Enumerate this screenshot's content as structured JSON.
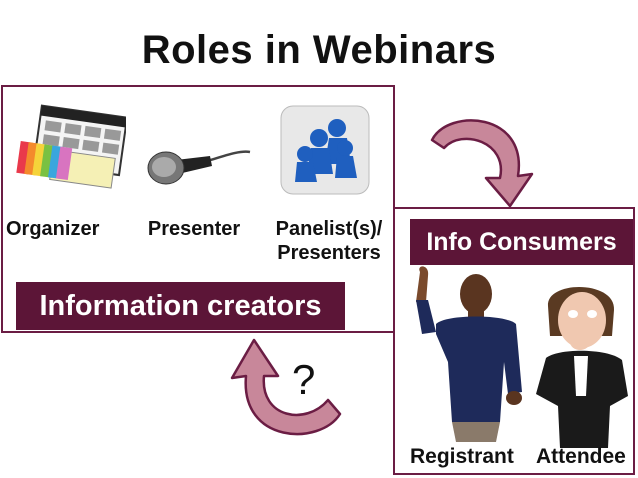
{
  "slide": {
    "title": "Roles in Webinars",
    "creators": {
      "roles": [
        {
          "label": "Organizer",
          "icon": "calendar-icon"
        },
        {
          "label": "Presenter",
          "icon": "microphone-icon"
        },
        {
          "label": "Panelist(s)/",
          "label_line2": "Presenters",
          "icon": "people-group-icon"
        }
      ],
      "banner": "Information creators"
    },
    "consumers": {
      "banner": "Info Consumers",
      "roles": [
        {
          "label": "Registrant",
          "icon": "raised-hand-person-icon"
        },
        {
          "label": "Attendee",
          "icon": "surprised-person-icon"
        }
      ]
    },
    "question_mark": "?",
    "colors": {
      "accent": "#5c1537",
      "border": "#6b1d44",
      "arrow": "#c8879a",
      "arrow_stroke": "#6b1d44"
    }
  }
}
